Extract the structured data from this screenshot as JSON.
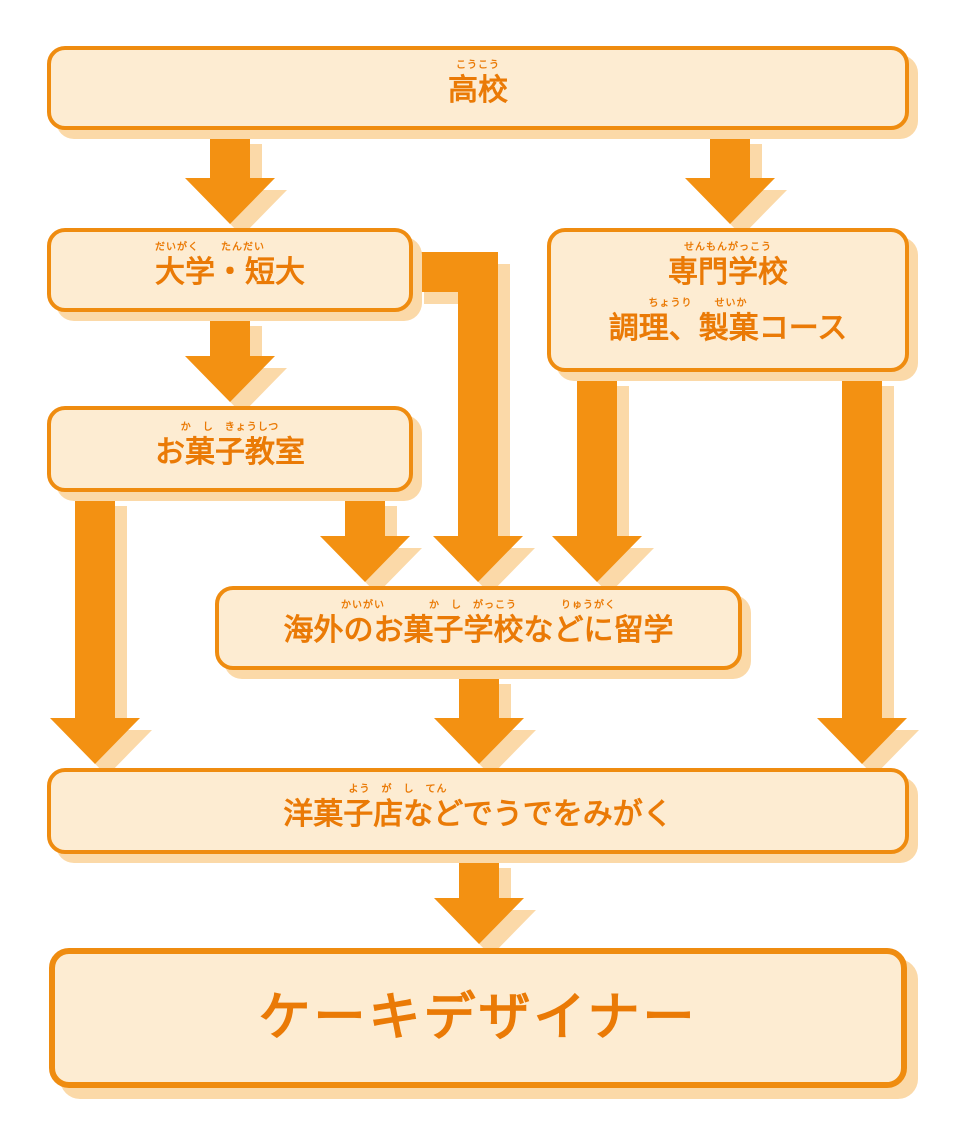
{
  "nodes": {
    "high_school": {
      "label": "高校",
      "ruby": "こうこう"
    },
    "university": {
      "label": "大学・短大",
      "ruby": "だいがく　　たんだい"
    },
    "vocational_school": {
      "label": "専門学校",
      "ruby": "せんもんがっこう",
      "label2": "調理、製菓コース",
      "ruby2": "ちょうり　　せいか"
    },
    "sweets_class": {
      "label": "お菓子教室",
      "ruby": "か　し　きょうしつ"
    },
    "study_abroad": {
      "label": "海外のお菓子学校などに留学",
      "ruby": "かいがい　　　　か　し　がっこう　　　　りゅうがく"
    },
    "pastry_shop": {
      "label": "洋菓子店などでうでをみがく",
      "ruby": "よう　が　し　てん"
    },
    "cake_designer": {
      "label": "ケーキデザイナー"
    }
  },
  "colors": {
    "arrow": "#f39112",
    "arrow_shadow": "#fbd9a8",
    "box_fill": "#fdecd2",
    "box_border": "#ef8c10",
    "text": "#ea7a06"
  }
}
